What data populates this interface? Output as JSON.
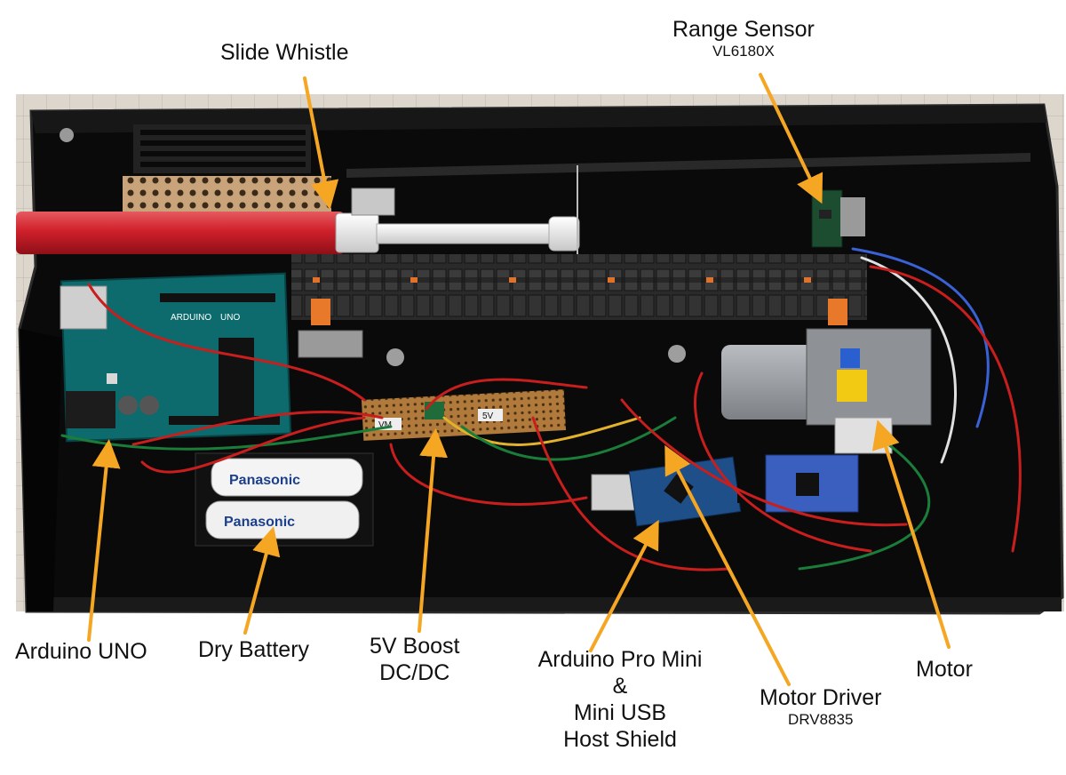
{
  "labels": {
    "slide_whistle": "Slide Whistle",
    "range_sensor": "Range Sensor",
    "range_sensor_model": "VL6180X",
    "arduino_uno": "Arduino UNO",
    "dry_battery": "Dry Battery",
    "boost_line1": "5V Boost",
    "boost_line2": "DC/DC",
    "pro_mini_line1": "Arduino Pro Mini",
    "pro_mini_line2": "&",
    "pro_mini_line3": "Mini USB",
    "pro_mini_line4": "Host Shield",
    "motor_driver": "Motor Driver",
    "motor_driver_model": "DRV8835",
    "motor": "Motor"
  },
  "pcb_text": {
    "uno_text": "UNO",
    "arduino_text": "ARDUINO",
    "vm_tag": "VM",
    "v5_tag": "5V",
    "battery_brand_1": "Panasonic",
    "battery_brand_2": "Panasonic"
  },
  "colors": {
    "arrow": "#f5a623",
    "whistle": "#d5262f",
    "board": "#0a0a0a",
    "uno_pcb": "#0d6b6d",
    "chain": "#2e2e2e",
    "floor": "#d9d4cc"
  }
}
